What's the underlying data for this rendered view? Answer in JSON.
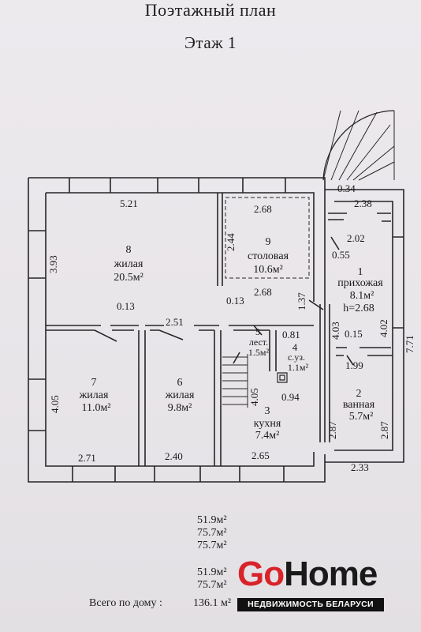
{
  "header": {
    "title": "Поэтажный план",
    "subtitle": "Этаж 1"
  },
  "rooms": [
    {
      "number": "8",
      "name": "жилая",
      "area": "20.5м²"
    },
    {
      "number": "9",
      "name": "столовая",
      "area": "10.6м²"
    },
    {
      "number": "1",
      "name": "прихожая",
      "area": "8.1м²",
      "height": "h=2.68"
    },
    {
      "number": "5",
      "name": "лест.",
      "area": "1.5м²"
    },
    {
      "number": "4",
      "name": "с.уз.",
      "area": "1.1м²"
    },
    {
      "number": "7",
      "name": "жилая",
      "area": "11.0м²"
    },
    {
      "number": "6",
      "name": "жилая",
      "area": "9.8м²"
    },
    {
      "number": "3",
      "name": "кухня",
      "area": "7.4м²"
    },
    {
      "number": "2",
      "name": "ванная",
      "area": "5.7м²"
    }
  ],
  "dimensions": {
    "d_521": "5.21",
    "d_393": "3.93",
    "d_268_top": "2.68",
    "d_244": "2.44",
    "d_268_mid": "2.68",
    "d_013_a": "0.13",
    "d_013_b": "0.13",
    "d_251": "2.51",
    "d_137": "1.37",
    "d_034": "0.34",
    "d_238": "2.38",
    "d_202": "2.02",
    "d_055": "0.55",
    "d_081": "0.81",
    "d_403": "4.03",
    "d_015": "0.15",
    "d_402": "4.02",
    "d_771": "7.71",
    "d_199": "1.99",
    "d_094": "0.94",
    "d_405_left": "4.05",
    "d_405_mid": "4.05",
    "d_287_a": "2.87",
    "d_287_b": "2.87",
    "d_271": "2.71",
    "d_240": "2.40",
    "d_265": "2.65",
    "d_233": "2.33"
  },
  "areas_summary": {
    "group1": [
      "51.9м²",
      "75.7м²",
      "75.7м²"
    ],
    "group2": [
      "51.9м²",
      "75.7м²"
    ],
    "total_label": "Всего по дому :",
    "total_value": "136.1 м²"
  },
  "logo": {
    "word_go": "Go",
    "word_home": "Home",
    "tagline": "НЕДВИЖИМОСТЬ БЕЛАРУСИ",
    "colors": {
      "go": "#d8232a",
      "home": "#1a1a1a",
      "bar": "#111111"
    }
  }
}
